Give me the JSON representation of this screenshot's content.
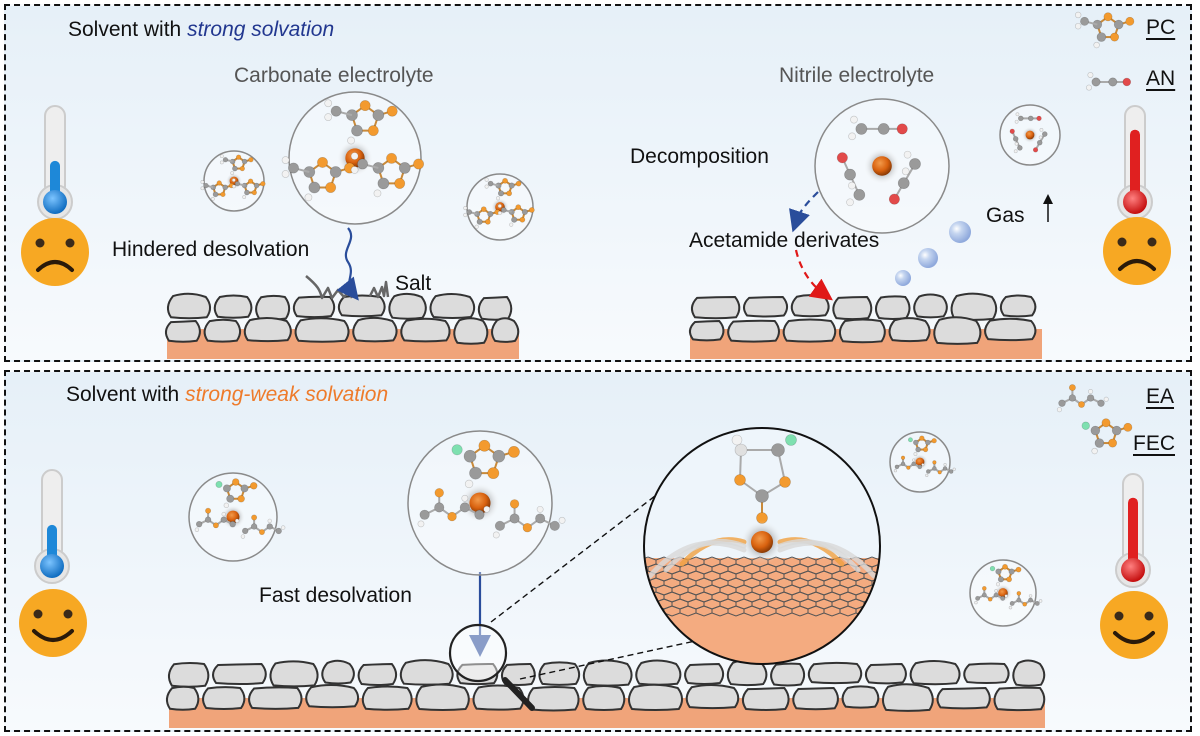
{
  "panels": [
    {
      "id": "strong",
      "heading_prefix": "Solvent with ",
      "heading_emphasis": "strong solvation",
      "emphasis_color": "#22378f",
      "electrolytes": [
        "Carbonate electrolyte",
        "Nitrile electrolyte"
      ],
      "labels": {
        "hindered": "Hindered desolvation",
        "salt": "Salt",
        "decomposition": "Decomposition",
        "acetamide": "Acetamide derivates",
        "gas": "Gas"
      },
      "legend": [
        "PC",
        "AN"
      ],
      "left_mood": "sad",
      "right_mood": "sad",
      "left_thermometer": "cold",
      "right_thermometer": "hot"
    },
    {
      "id": "strong-weak",
      "heading_prefix": "Solvent with ",
      "heading_emphasis": "strong-weak solvation",
      "emphasis_color": "#ee7b2b",
      "labels": {
        "fast": "Fast desolvation"
      },
      "legend": [
        "EA",
        "FEC"
      ],
      "left_mood": "happy",
      "right_mood": "happy",
      "left_thermometer": "cold",
      "right_thermometer": "hot"
    }
  ],
  "colors": {
    "substrate": "#f0a47a",
    "sei_grain": "#dcdcdc",
    "li_ion": "#d9620f",
    "carbon": "#9a9a9a",
    "oxygen": "#f39a2e",
    "hydrogen": "#f2f2f2",
    "nitrogen": "#e24a4a",
    "fluorine": "#7ee0b0",
    "face": "#f7a823",
    "cold": "#1e88d8",
    "hot": "#e02020"
  }
}
